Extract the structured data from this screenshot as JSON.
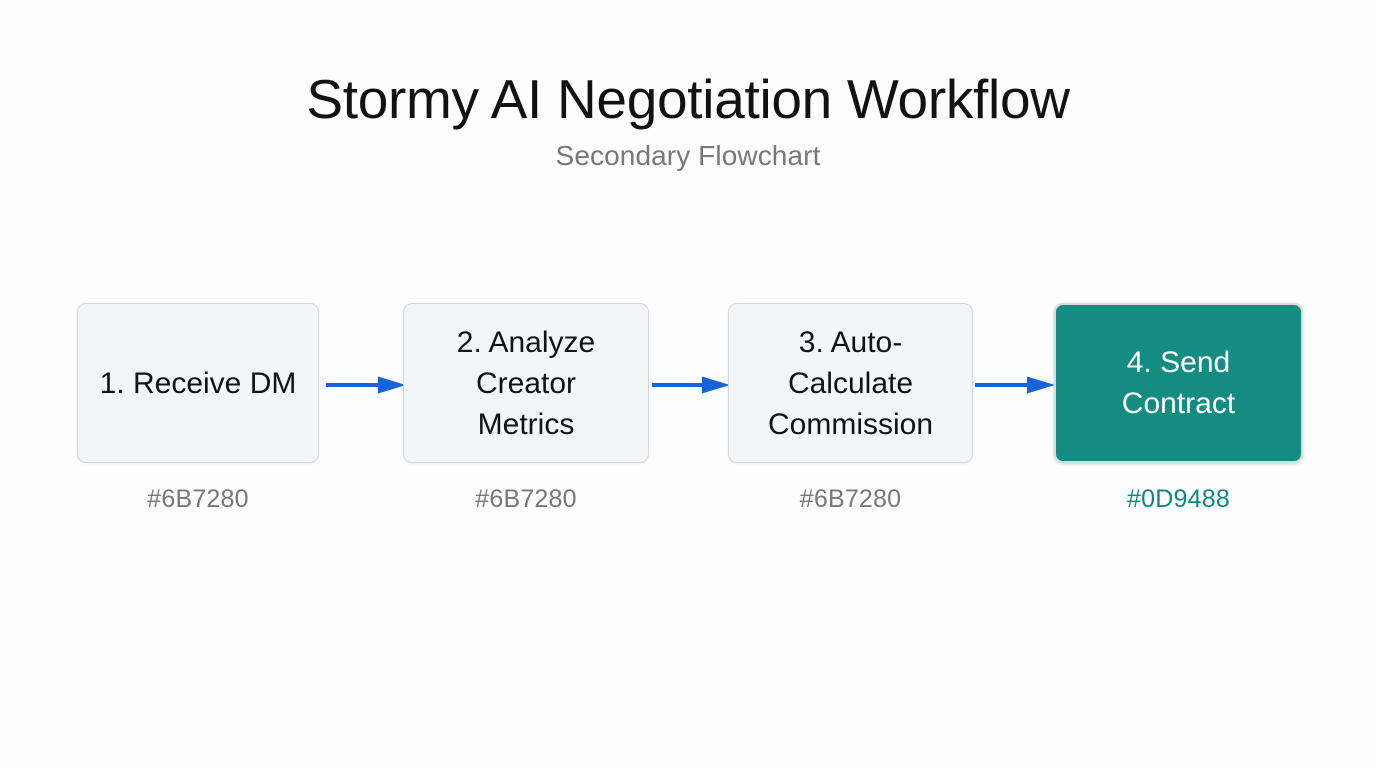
{
  "header": {
    "title": "Stormy AI Negotiation Workflow",
    "subtitle": "Secondary Flowchart"
  },
  "flow": {
    "orientation": "left-to-right",
    "connector_color": "#1565D8",
    "nodes": [
      {
        "index": "1",
        "label": "1. Receive DM",
        "caption": "#6B7280",
        "fill": "#F4F5F6",
        "border": "#D4D7DA",
        "text_color": "#111214",
        "highlight": false
      },
      {
        "index": "2",
        "label": "2. Analyze\nCreator\nMetrics",
        "caption": "#6B7280",
        "fill": "#F4F5F6",
        "border": "#D4D7DA",
        "text_color": "#111214",
        "highlight": false
      },
      {
        "index": "3",
        "label": "3. Auto-\nCalculate\nCommission",
        "caption": "#6B7280",
        "fill": "#F4F5F6",
        "border": "#D4D7DA",
        "text_color": "#111214",
        "highlight": false
      },
      {
        "index": "4",
        "label": "4. Send\nContract",
        "caption": "#0D9488",
        "fill": "#0D9488",
        "border": "#D9DCDF",
        "text_color": "#FFFFFF",
        "highlight": true
      }
    ],
    "connectors": [
      {
        "from": "1. Receive DM",
        "to": "2. Analyze Creator Metrics"
      },
      {
        "from": "2. Analyze Creator Metrics",
        "to": "3. Auto-Calculate Commission"
      },
      {
        "from": "3. Auto-Calculate Commission",
        "to": "4. Send Contract"
      }
    ]
  },
  "canvas": {
    "background": "#FDFDFD"
  }
}
